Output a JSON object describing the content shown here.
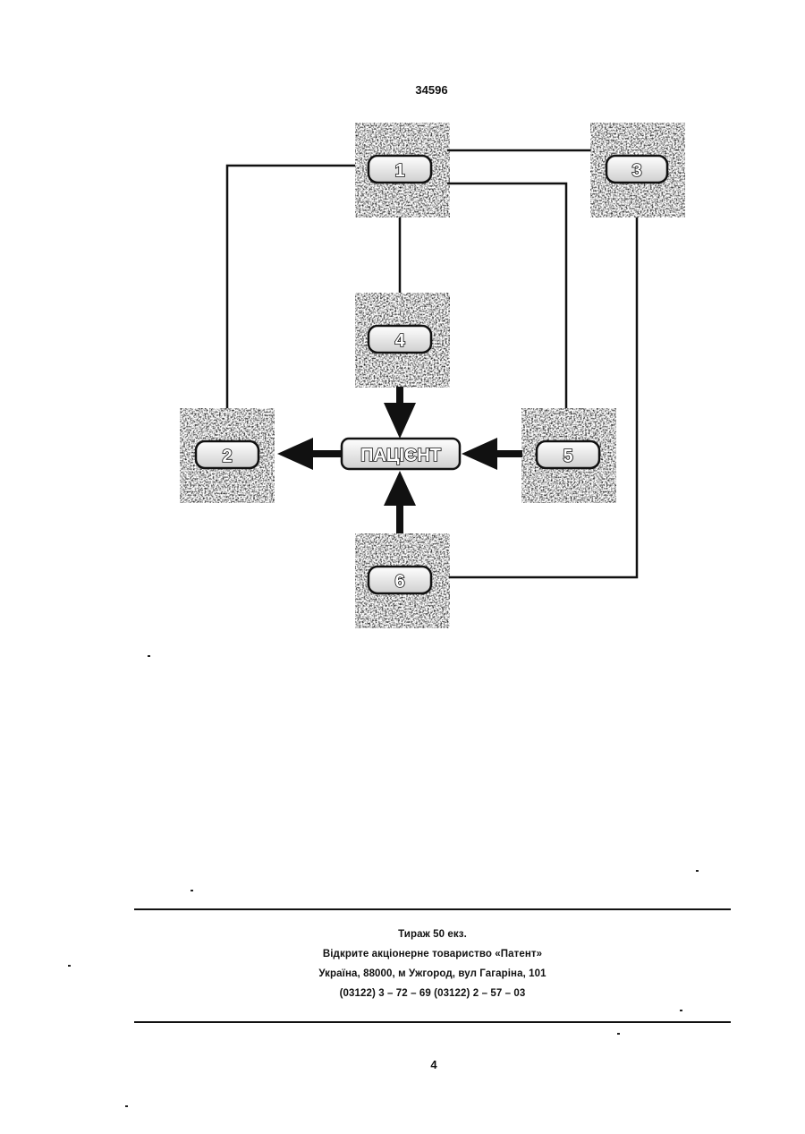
{
  "header": {
    "patent_number": "34596"
  },
  "diagram": {
    "center_label": "ПАЦІЄНТ",
    "blocks": [
      {
        "id": "1",
        "label": "1"
      },
      {
        "id": "2",
        "label": "2"
      },
      {
        "id": "3",
        "label": "3"
      },
      {
        "id": "4",
        "label": "4"
      },
      {
        "id": "5",
        "label": "5"
      },
      {
        "id": "6",
        "label": "6"
      }
    ],
    "links": [
      [
        "1",
        "2"
      ],
      [
        "1",
        "3"
      ],
      [
        "1",
        "4"
      ],
      [
        "1",
        "5"
      ],
      [
        "3",
        "6"
      ]
    ],
    "arrows_to_patient": [
      "4",
      "5",
      "6"
    ],
    "arrows_from_patient": [
      "2"
    ]
  },
  "footer": {
    "circulation": "Тираж 50 екз.",
    "publisher": "Відкрите акціонерне товариство «Патент»",
    "address": "Україна, 88000, м  Ужгород, вул  Гагаріна, 101",
    "phones": "(03122) 3 – 72 – 69  (03122) 2 – 57 – 03"
  },
  "page_number": "4"
}
